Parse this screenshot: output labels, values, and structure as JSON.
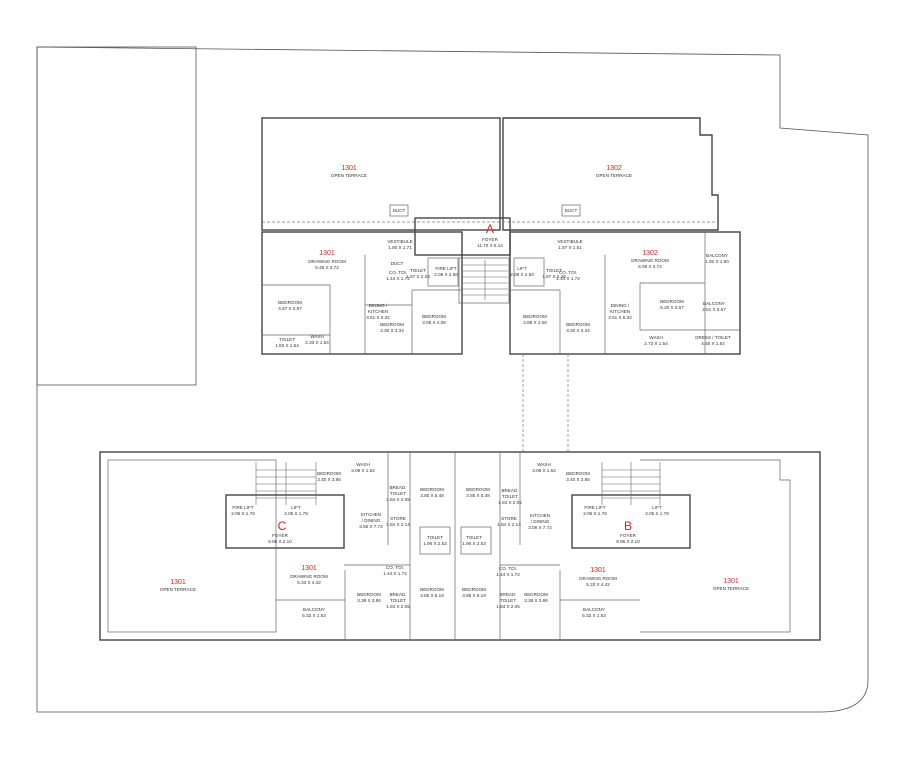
{
  "colors": {
    "unit_label": "#e02020",
    "wing_label": "#e02020",
    "walls": "#444444"
  },
  "upper_block": {
    "wing": "A",
    "rooms": [
      {
        "lines": [
          "1301"
        ],
        "style": "red"
      },
      {
        "lines": [
          "OPEN TERRACE"
        ]
      },
      {
        "lines": [
          "1302"
        ],
        "style": "red"
      },
      {
        "lines": [
          "OPEN TERRACE"
        ]
      },
      {
        "lines": [
          "DUCT"
        ]
      },
      {
        "lines": [
          "DUCT"
        ]
      },
      {
        "lines": [
          "FOYER",
          "11.70 X 5.14"
        ]
      },
      {
        "lines": [
          "VESTIBULE",
          "1.80 X 1.71"
        ]
      },
      {
        "lines": [
          "1301"
        ],
        "style": "red"
      },
      {
        "lines": [
          "DRAWING ROOM",
          "5.48 X 3.72"
        ]
      },
      {
        "lines": [
          "DUCT"
        ]
      },
      {
        "lines": [
          "TOILET",
          "1.67 X 2.26"
        ]
      },
      {
        "lines": [
          "FIRE LIFT",
          "2.08 X 2.50"
        ]
      },
      {
        "lines": [
          "CO. TOI.",
          "1.44 X 1.72"
        ]
      },
      {
        "lines": [
          "BEDROOM",
          "4.87 X 3.67"
        ]
      },
      {
        "lines": [
          "DINING /",
          "KITCHEN",
          "3.51 X 5.32"
        ]
      },
      {
        "lines": [
          "BEDROOM",
          "3.30 X 3.34"
        ]
      },
      {
        "lines": [
          "BEDROOM",
          "3.08 X 4.08"
        ]
      },
      {
        "lines": [
          "WASH",
          "2.33 X 1.54"
        ]
      },
      {
        "lines": [
          "TOILET",
          "1.83 X 1.54"
        ]
      },
      {
        "lines": [
          "VESTIBULE",
          "1.87 X 1.51"
        ]
      },
      {
        "lines": [
          "LIFT",
          "2.08 X 2.50"
        ]
      },
      {
        "lines": [
          "TOILET",
          "1.67 X 2.26"
        ]
      },
      {
        "lines": [
          "CO. TOI.",
          "1.44 X 1.72"
        ]
      },
      {
        "lines": [
          "1302"
        ],
        "style": "red"
      },
      {
        "lines": [
          "DRAWING ROOM",
          "5.08 X 3.72"
        ]
      },
      {
        "lines": [
          "BALCONY",
          "1.92 X 1.90"
        ]
      },
      {
        "lines": [
          "BEDROOM",
          "3.88 X 4.08"
        ]
      },
      {
        "lines": [
          "BEDROOM",
          "3.30 X 3.34"
        ]
      },
      {
        "lines": [
          "DINING /",
          "KITCHEN",
          "3.51 X 5.32"
        ]
      },
      {
        "lines": [
          "BEDROOM",
          "5.20 X 3.67"
        ]
      },
      {
        "lines": [
          "BALCONY",
          "2.51 X 3.67"
        ]
      },
      {
        "lines": [
          "WASH",
          "2.73 X 1.54"
        ]
      },
      {
        "lines": [
          "DRESS / TOILET",
          "4.45 X 1.54"
        ]
      }
    ]
  },
  "lower_block": {
    "wings": [
      "C",
      "B"
    ],
    "rooms": [
      {
        "lines": [
          "BEDROOM",
          "3.40 X 3.86"
        ]
      },
      {
        "lines": [
          "WASH",
          "3.08 X 1.52"
        ]
      },
      {
        "lines": [
          "BEDROOM",
          "3.85 X 5.48"
        ]
      },
      {
        "lines": [
          "BEDROOM",
          "3.85 X 5.48"
        ]
      },
      {
        "lines": [
          "FIRE LIFT",
          "2.05 X 1.78"
        ]
      },
      {
        "lines": [
          "LIFT",
          "2.05 X 1.78"
        ]
      },
      {
        "lines": [
          "FOYER",
          "8.95 X 2.10"
        ]
      },
      {
        "lines": [
          "BREAD.",
          "TOILET",
          "1.84 X 2.05"
        ]
      },
      {
        "lines": [
          "STORE",
          "1.84 X 2.14"
        ]
      },
      {
        "lines": [
          "KITCHEN",
          "/ DINING",
          "3.55 X 7.72"
        ]
      },
      {
        "lines": [
          "TOILET",
          "1.96 X 2.53"
        ]
      },
      {
        "lines": [
          "TOILET",
          "1.96 X 2.53"
        ]
      },
      {
        "lines": [
          "1301"
        ],
        "style": "red"
      },
      {
        "lines": [
          "DRAWING ROOM",
          "5.33 X 4.42"
        ]
      },
      {
        "lines": [
          "CO. TOI.",
          "1.44 X 1.72"
        ]
      },
      {
        "lines": [
          "BEDROOM",
          "3.38 X 3.86"
        ]
      },
      {
        "lines": [
          "BREAD.",
          "TOILET",
          "1.84 X 2.05"
        ]
      },
      {
        "lines": [
          "BEDROOM",
          "3.85 X 5.19"
        ]
      },
      {
        "lines": [
          "BEDROOM",
          "3.85 X 5.19"
        ]
      },
      {
        "lines": [
          "BALCONY",
          "5.33 X 1.53"
        ]
      },
      {
        "lines": [
          "1301"
        ],
        "style": "red"
      },
      {
        "lines": [
          "OPEN TERRACE"
        ]
      },
      {
        "lines": [
          "WASH",
          "3.08 X 1.52"
        ]
      },
      {
        "lines": [
          "BEDROOM",
          "3.40 X 3.86"
        ]
      },
      {
        "lines": [
          "BREAD.",
          "TOILET",
          "1.84 X 2.05"
        ]
      },
      {
        "lines": [
          "STORE",
          "1.84 X 2.14"
        ]
      },
      {
        "lines": [
          "KITCHEN",
          "/ DINING",
          "3.08 X 7.72"
        ]
      },
      {
        "lines": [
          "FIRE LIFT",
          "2.05 X 1.78"
        ]
      },
      {
        "lines": [
          "LIFT",
          "2.05 X 1.78"
        ]
      },
      {
        "lines": [
          "FOYER",
          "8.95 X 2.10"
        ]
      },
      {
        "lines": [
          "CO. TOI.",
          "1.44 X 1.72"
        ]
      },
      {
        "lines": [
          "BEDROOM",
          "3.38 X 3.86"
        ]
      },
      {
        "lines": [
          "BREAD.",
          "TOILET",
          "1.84 X 2.05"
        ]
      },
      {
        "lines": [
          "1301"
        ],
        "style": "red"
      },
      {
        "lines": [
          "DRAWING ROOM",
          "5.33 X 4.42"
        ]
      },
      {
        "lines": [
          "BALCONY",
          "5.33 X 1.53"
        ]
      },
      {
        "lines": [
          "1301"
        ],
        "style": "red"
      },
      {
        "lines": [
          "OPEN TERRACE"
        ]
      }
    ]
  }
}
